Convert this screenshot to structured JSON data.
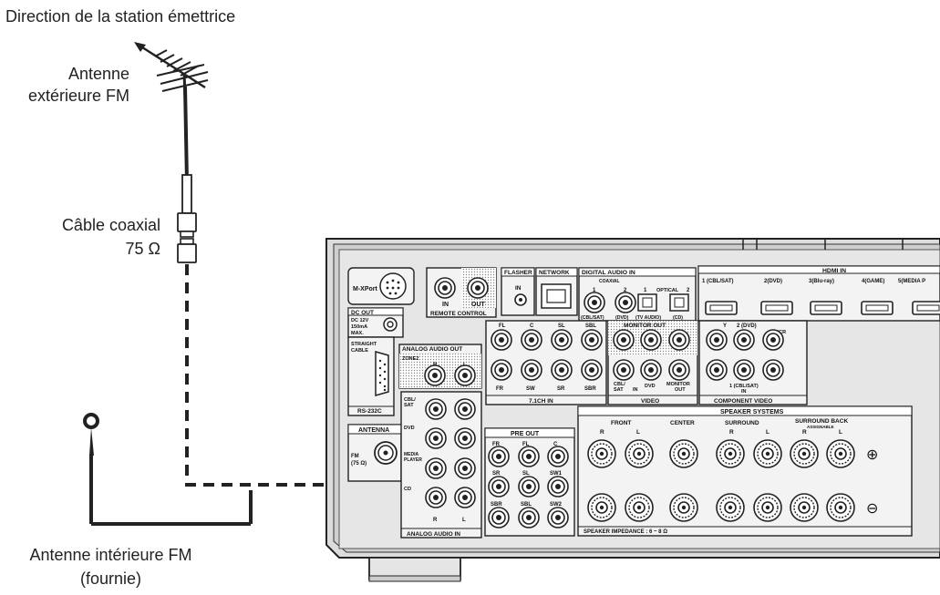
{
  "labels": {
    "broadcast_direction": "Direction de la station émettrice",
    "outdoor_antenna_line1": "Antenne",
    "outdoor_antenna_line2": "extérieure FM",
    "coax_line1": "Câble coaxial",
    "coax_line2": "75 Ω",
    "indoor_antenna_line1": "Antenne intérieure FM",
    "indoor_antenna_line2": "(fournie)"
  },
  "panel": {
    "mxport": "M-XPort",
    "remote_in": "IN",
    "remote_out": "OUT",
    "remote_control": "REMOTE CONTROL",
    "flasher": "FLASHER",
    "flasher_in": "IN",
    "network": "NETWORK",
    "digital_audio_in": "DIGITAL AUDIO IN",
    "coaxial": "COAXIAL",
    "coax_1": "1",
    "coax_2": "2",
    "optical_1": "1",
    "optical": "OPTICAL",
    "optical_2": "2",
    "cbl_sat": "(CBL/SAT)",
    "dvd": "(DVD)",
    "tv_audio": "(TV AUDIO)",
    "cd": "(CD)",
    "hdmi_in": "HDMI IN",
    "hdmi_ports": [
      "1 (CBL/SAT)",
      "2(DVD)",
      "3(Blu-ray)",
      "4(GAME)",
      "5(MEDIA P"
    ],
    "dc_out": "DC OUT",
    "dc_spec_1": "DC 12V",
    "dc_spec_2": "150mA",
    "dc_spec_3": "MAX.",
    "straight_1": "STRAIGHT",
    "straight_2": "CABLE",
    "rs232c": "RS-232C",
    "analog_audio_out": "ANALOG AUDIO OUT",
    "zone2": "ZONE2",
    "zone2_r": "R",
    "zone2_l": "L",
    "ch71_top": [
      "FL",
      "C",
      "SL",
      "SBL"
    ],
    "ch71_bottom": [
      "FR",
      "SW",
      "SR",
      "SBR"
    ],
    "ch71_in": "7.1CH IN",
    "monitor_out": "MONITOR    OUT",
    "video": "VIDEO",
    "video_cbl": "CBL/",
    "video_sat": "SAT",
    "video_in": "IN",
    "video_dvd": "DVD",
    "video_monitor": "MONITOR",
    "video_out": "OUT",
    "comp_y": "Y",
    "comp_2dvd": "2 (DVD)",
    "comp_pr": "PR/CR",
    "comp_1": "1 (CBL/SAT)",
    "comp_in": "IN",
    "component_video": "COMPONENT VIDEO",
    "antenna": "ANTENNA",
    "fm": "FM",
    "fm_ohm": "(75 Ω)",
    "ain_cbl": "CBL/",
    "ain_sat": "SAT",
    "ain_dvd": "DVD",
    "ain_media_1": "MEDIA",
    "ain_media_2": "PLAYER",
    "ain_cd": "CD",
    "ain_r": "R",
    "ain_l": "L",
    "analog_audio_in": "ANALOG AUDIO IN",
    "pre_out": "PRE OUT",
    "pre_row1": [
      "FR",
      "FL",
      "C"
    ],
    "pre_row2": [
      "SR",
      "SL",
      "SW1"
    ],
    "pre_row3": [
      "SBR",
      "SBL",
      "SW2"
    ],
    "speaker_systems": "SPEAKER SYSTEMS",
    "front": "FRONT",
    "center": "CENTER",
    "surround": "SURROUND",
    "surround_back": "SURROUND BACK",
    "assignable": "ASSIGNABLE",
    "sp_front_r": "R",
    "sp_front_l": "L",
    "sp_sur_r": "R",
    "sp_sur_l": "L",
    "sp_sb_r": "R",
    "sp_sb_l": "L",
    "plus": "⊕",
    "minus": "⊖",
    "impedance": "SPEAKER IMPEDANCE : 6 ~ 8 Ω"
  }
}
